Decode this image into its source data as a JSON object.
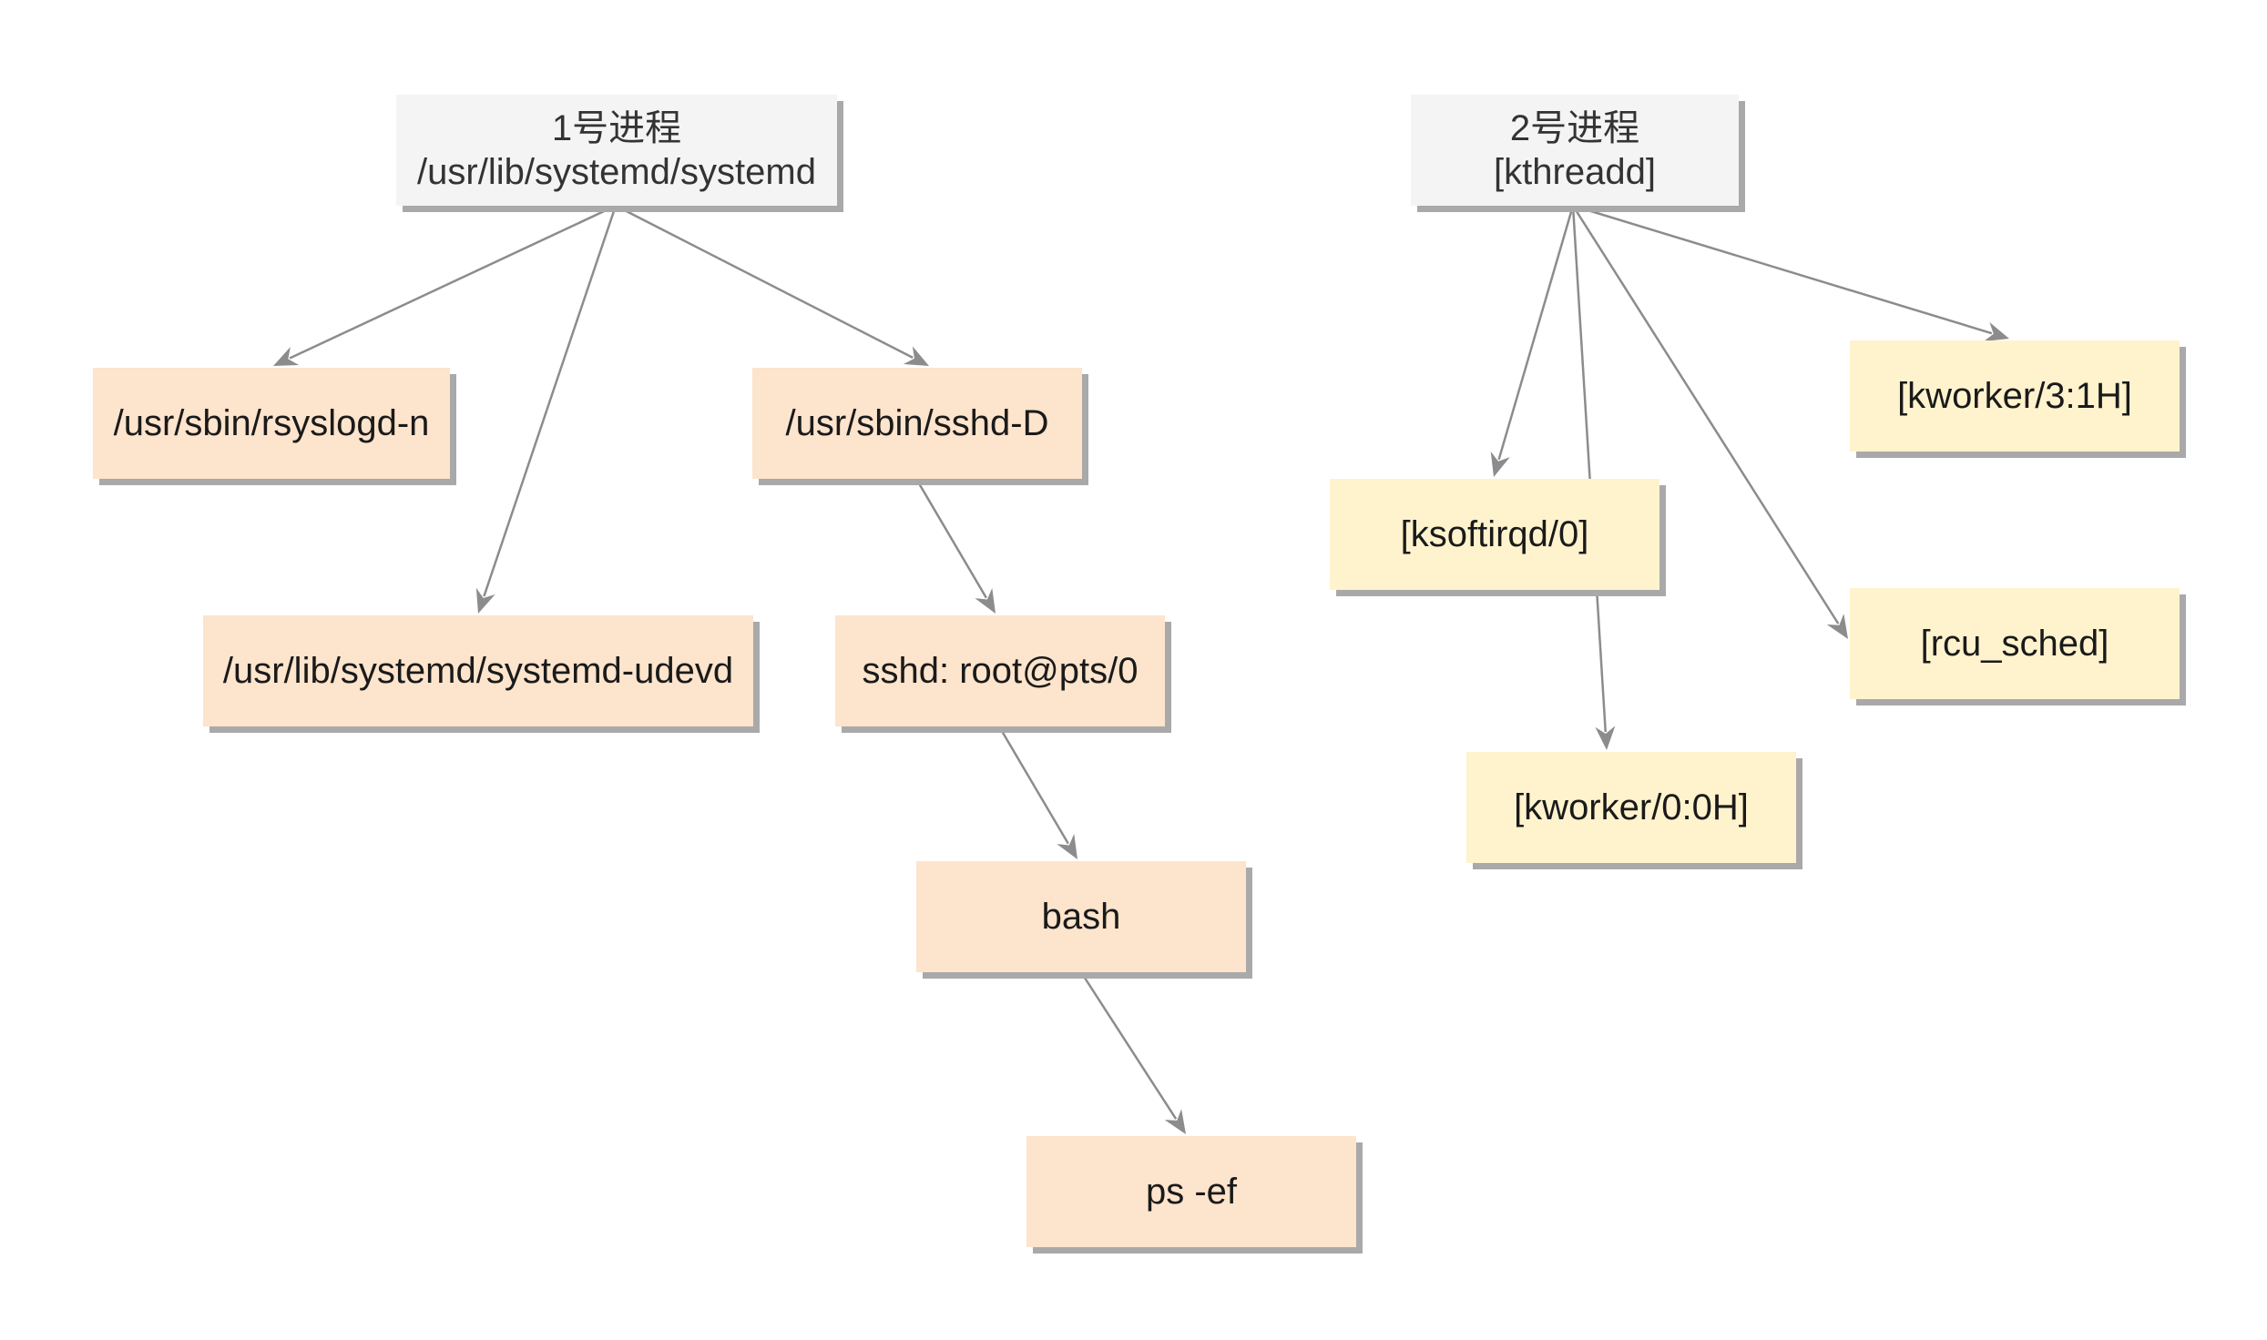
{
  "diagram": {
    "nodes": [
      {
        "id": "n1",
        "lines": [
          "1号进程",
          "/usr/lib/systemd/systemd"
        ],
        "kind": "root"
      },
      {
        "id": "n2",
        "lines": [
          "2号进程",
          "[kthreadd]"
        ],
        "kind": "root"
      },
      {
        "id": "n3",
        "lines": [
          "/usr/sbin/rsyslogd-n"
        ],
        "kind": "user"
      },
      {
        "id": "n4",
        "lines": [
          "/usr/sbin/sshd-D"
        ],
        "kind": "user"
      },
      {
        "id": "n5",
        "lines": [
          "/usr/lib/systemd/systemd-udevd"
        ],
        "kind": "user"
      },
      {
        "id": "n6",
        "lines": [
          "sshd: root@pts/0"
        ],
        "kind": "user"
      },
      {
        "id": "n7",
        "lines": [
          "bash"
        ],
        "kind": "user"
      },
      {
        "id": "n8",
        "lines": [
          "ps -ef"
        ],
        "kind": "user"
      },
      {
        "id": "n9",
        "lines": [
          "[kworker/3:1H]"
        ],
        "kind": "kernel"
      },
      {
        "id": "n10",
        "lines": [
          "[ksoftirqd/0]"
        ],
        "kind": "kernel"
      },
      {
        "id": "n11",
        "lines": [
          "[rcu_sched]"
        ],
        "kind": "kernel"
      },
      {
        "id": "n12",
        "lines": [
          "[kworker/0:0H]"
        ],
        "kind": "kernel"
      }
    ],
    "edges": [
      {
        "from": "n1",
        "to": "n3"
      },
      {
        "from": "n1",
        "to": "n5"
      },
      {
        "from": "n1",
        "to": "n4"
      },
      {
        "from": "n4",
        "to": "n6"
      },
      {
        "from": "n6",
        "to": "n7"
      },
      {
        "from": "n7",
        "to": "n8"
      },
      {
        "from": "n2",
        "to": "n10"
      },
      {
        "from": "n2",
        "to": "n12"
      },
      {
        "from": "n2",
        "to": "n11"
      },
      {
        "from": "n2",
        "to": "n9"
      }
    ],
    "colors": {
      "root_fill": "#f4f4f4",
      "user_fill": "#fde4cc",
      "kernel_fill": "#fff3cd",
      "edge": "#8c8c8c",
      "shadow": "#a9a9a9"
    }
  }
}
